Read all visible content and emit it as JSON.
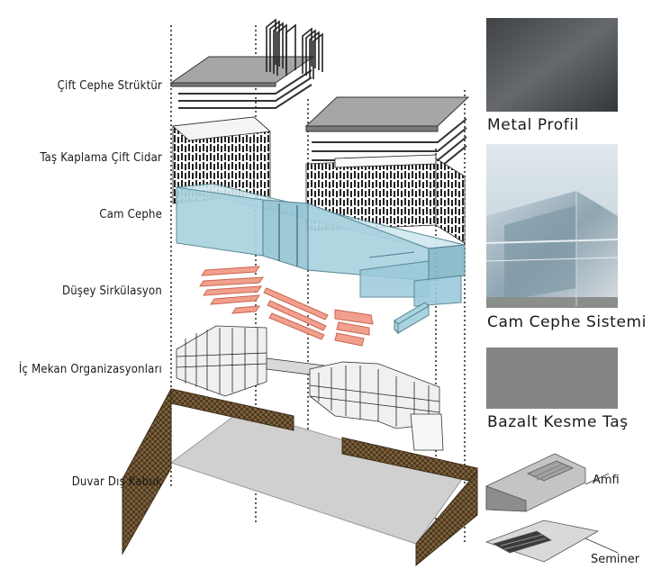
{
  "layers": [
    {
      "key": "cift_cephe",
      "label": "Çift Cephe Strüktür"
    },
    {
      "key": "tas_kaplama",
      "label": "Taş Kaplama Çift Cidar"
    },
    {
      "key": "cam_cephe",
      "label": "Cam Cephe"
    },
    {
      "key": "dusey",
      "label": "Düşey Sirkülasyon"
    },
    {
      "key": "ic_mekan",
      "label": "İç Mekan Organizasyonları"
    },
    {
      "key": "duvar",
      "label": "Duvar Dış Kabuk"
    }
  ],
  "materials": [
    {
      "key": "metal",
      "label": "Metal Profil"
    },
    {
      "key": "cam",
      "label": "Cam Cephe Sistemi"
    },
    {
      "key": "bazalt",
      "label": "Bazalt Kesme Taş"
    }
  ],
  "side_labels": {
    "amfi": "Amfi",
    "seminer": "Seminer"
  },
  "colors": {
    "glass": "#a9d3df",
    "glass_stroke": "#5c8fa0",
    "circulation": "#f2a08e",
    "circulation_stroke": "#c8654f",
    "slab": "#9a9a9a",
    "wall": "#6e5636",
    "base": "#d0d0d0"
  }
}
